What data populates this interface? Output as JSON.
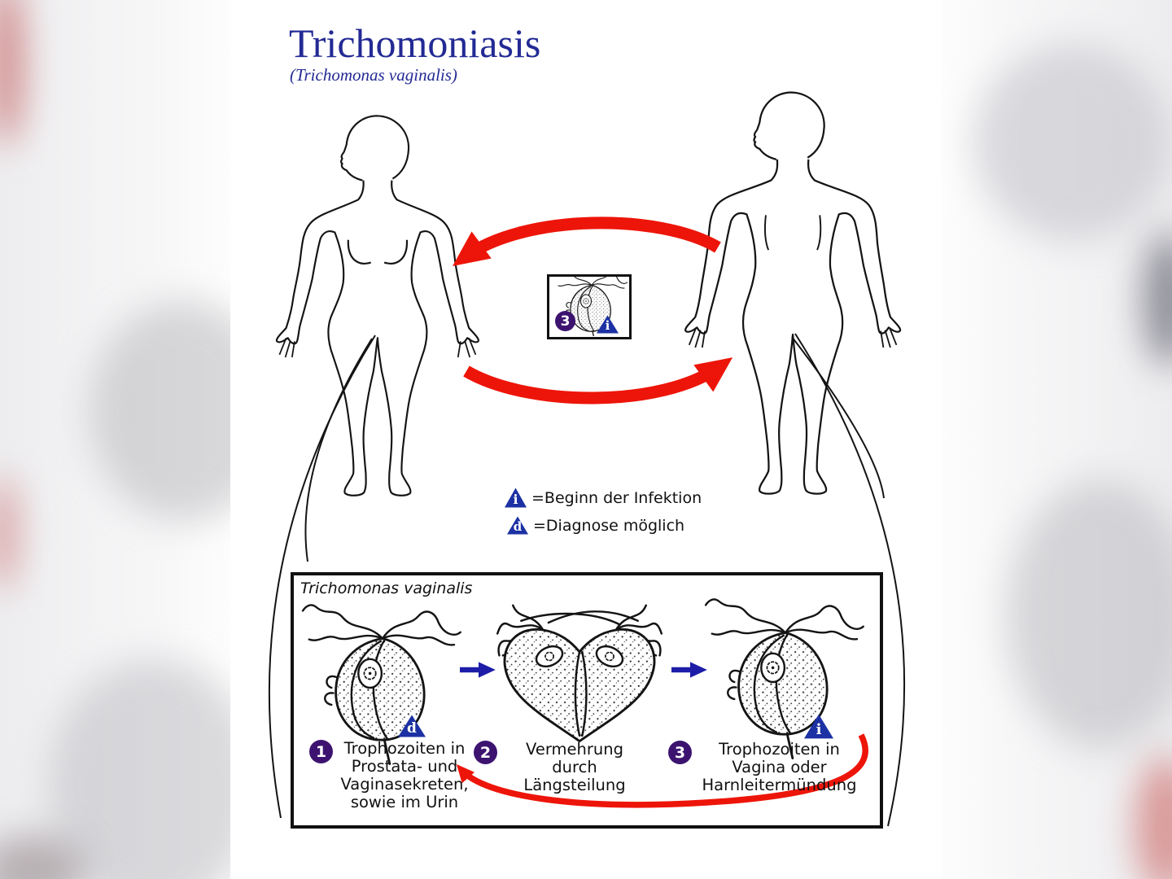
{
  "header": {
    "title": "Trichomoniasis",
    "subtitle": "(Trichomonas vaginalis)"
  },
  "center_box": {
    "stage_number": "3",
    "infection_symbol": "i"
  },
  "legend": {
    "infection": {
      "symbol": "i",
      "label": "=Beginn der Infektion"
    },
    "diagnosis": {
      "symbol": "d",
      "label": "=Diagnose möglich"
    }
  },
  "cycle_box": {
    "title": "Trichomonas vaginalis",
    "stages": [
      {
        "number": "1",
        "symbol": "d",
        "line1": "Trophozoiten in",
        "line2": "Prostata- und",
        "line3": "Vaginasekreten,",
        "line4": "sowie im Urin"
      },
      {
        "number": "2",
        "line1": "Vermehrung durch",
        "line2": "Längsteilung"
      },
      {
        "number": "3",
        "symbol": "i",
        "line1": "Trophozoiten in",
        "line2": "Vagina oder",
        "line3": "Harnleitermündung"
      }
    ]
  },
  "colors": {
    "title_navy": "#232a94",
    "arrow_red": "#ed1509",
    "badge_purple": "#3d1370",
    "triangle_blue": "#1c31a3",
    "arrow_blue": "#1d1da8",
    "line_black": "#111111"
  }
}
